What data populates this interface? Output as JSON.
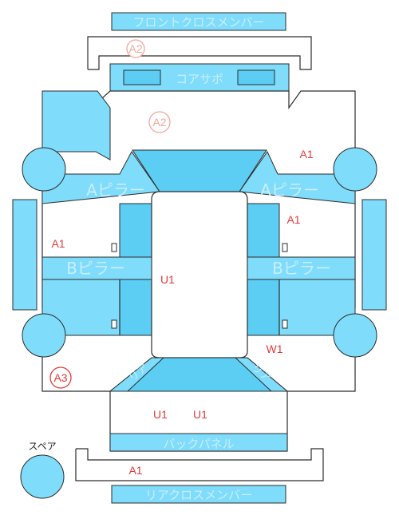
{
  "parts": {
    "front_cross_member": "フロントクロスメンバー",
    "core_support": "コアサポ",
    "a_pillar_left": "Aピラー",
    "a_pillar_right": "Aピラー",
    "b_pillar_left": "Bピラー",
    "b_pillar_right": "Bピラー",
    "back_panel": "バックパネル",
    "rear_cross_member": "リアクロスメンバー",
    "rear_corner_left": "リア",
    "rear_corner_right": "リア",
    "spare": "スペア"
  },
  "codes": {
    "front_cross_member": "A2",
    "core_support": "A2",
    "right_front_upper": "A1",
    "right_front_lower": "A1",
    "left_side": "A1",
    "floor_center": "U1",
    "right_rear": "W1",
    "left_rear_corner": "A3",
    "trunk_left": "U1",
    "trunk_right": "U1",
    "rear_cross_member": "A1"
  },
  "colors": {
    "panel": "#7fdcfa",
    "panel_dark": "#5ccdf3",
    "code_red": "#e23a3a",
    "code_pale": "#f2a69c"
  }
}
